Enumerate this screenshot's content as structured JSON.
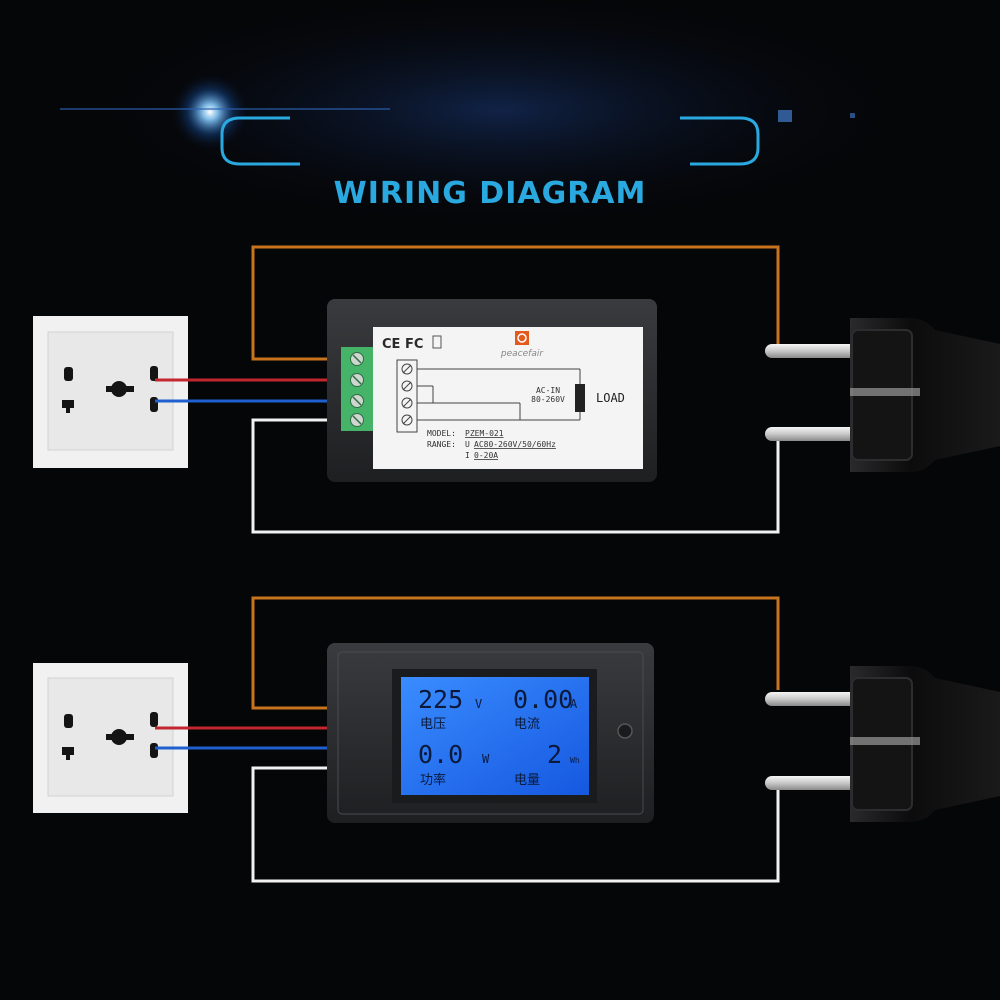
{
  "title": "WIRING DIAGRAM",
  "colors": {
    "background": "#050608",
    "accent_blue": "#29a9e0",
    "wire_live": "#c2262e",
    "wire_neutral": "#1f5fd0",
    "wire_loop_orange": "#c8741e",
    "wire_loop_white": "#f2f2f2",
    "lcd_blue": "#1f74ff"
  },
  "meter_back": {
    "certifications": "CE FC",
    "brand": "peacefair",
    "ac_in_label": "AC-IN",
    "ac_in_range": "80-260V",
    "load_label": "LOAD",
    "model_label": "MODEL:",
    "model_value": "PZEM-021",
    "range_label": "RANGE:",
    "range_voltage_prefix": "U",
    "range_voltage": "AC80-260V/50/60Hz",
    "range_current_prefix": "I",
    "range_current": "0-20A"
  },
  "meter_front": {
    "voltage_value": "225",
    "voltage_unit": "V",
    "voltage_label": "电压",
    "current_value": "0.00",
    "current_unit": "A",
    "current_label": "电流",
    "power_value": "0.0",
    "power_unit": "W",
    "power_label": "功率",
    "energy_value": "2",
    "energy_unit": "Wh",
    "energy_label": "电量"
  }
}
